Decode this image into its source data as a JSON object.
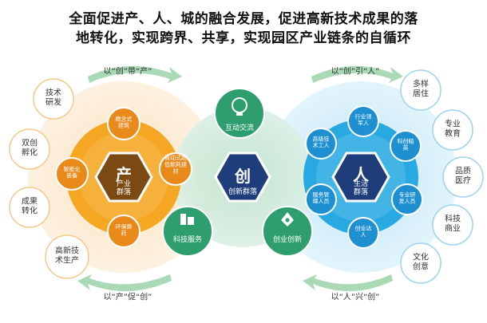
{
  "title": {
    "line1": "全面促进产、人、城的融合发展，促进高新技术成果的落",
    "line2": "地转化，实现跨界、共享，实现园区产业链条的自循环"
  },
  "colors": {
    "orange": "#F5A623",
    "orange_dark": "#E8891A",
    "orange_pale": "#FCE9CF",
    "hex_brown": "#7A4A12",
    "blue": "#29A9E1",
    "blue_pale": "#D6EEF9",
    "navy": "#1F3D7A",
    "green": "#2E9E6E",
    "green_pale": "#D2EBDD",
    "arrow_green": "#A9D9B5"
  },
  "left": {
    "core": "产",
    "core_sub": "产业\n群落",
    "inner": [
      "概念式\n建筑",
      "被动式超\n低能耗建\n材",
      "环保兽\n药",
      "智能化\n装备"
    ],
    "outer": [
      "技术\n研发",
      "双创\n孵化",
      "成果\n转化",
      "高新技\n术生产"
    ]
  },
  "center": {
    "core": "创",
    "core_sub": "创新群落",
    "top": "互动交流",
    "left": "科技服务",
    "right": "创业创新",
    "icons": [
      "bulb-icon",
      "building-icon",
      "rocket-icon"
    ]
  },
  "right": {
    "core": "人",
    "core_sub": "生活\n群落",
    "inner": [
      "行业领\n军人",
      "科创精\n英",
      "专业研\n发人员",
      "创业达\n人",
      "服务管\n理人员",
      "高级技\n术工人"
    ],
    "outer": [
      "多样\n居住",
      "专业\n教育",
      "品质\n医疗",
      "科技\n商业",
      "文化\n创意"
    ]
  },
  "arrows": {
    "top_left": "以“创”带“产”",
    "top_right": "以“创”引“人”",
    "bottom_left": "以“产”促“创”",
    "bottom_right": "以“人”兴“创”"
  }
}
